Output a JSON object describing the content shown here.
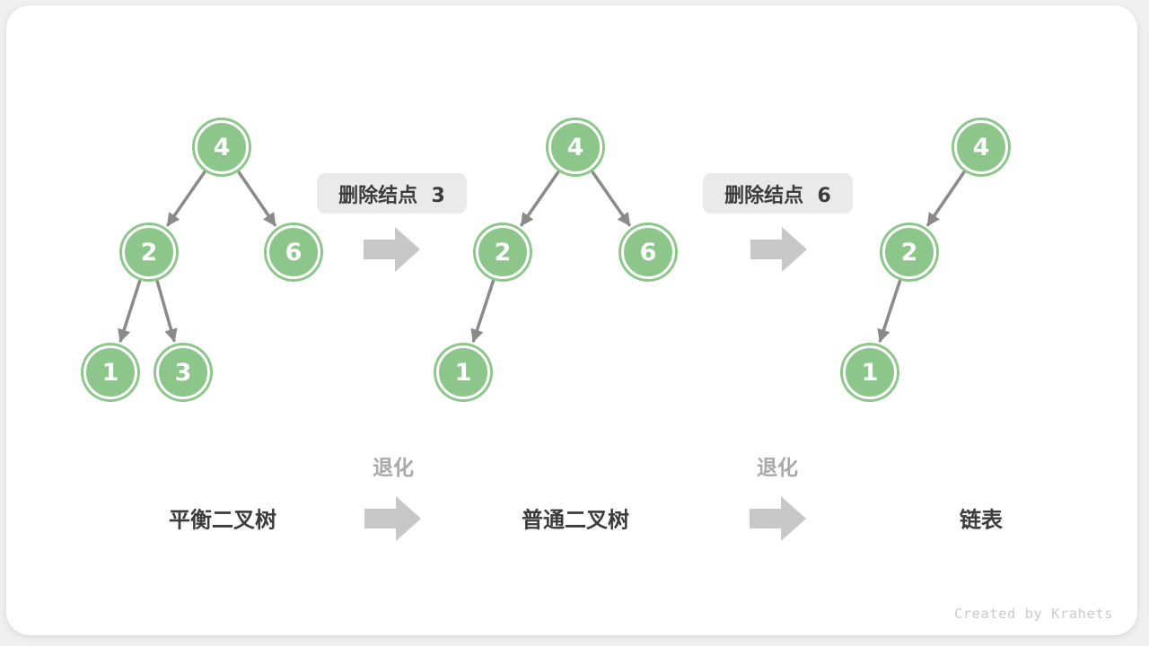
{
  "page": {
    "credit": "Created by Krahets"
  },
  "colors": {
    "node_green": "#8CC68A",
    "node_text": "#FFFFFF",
    "edge_gray": "#8A8A8A",
    "block_arrow_gray": "#C7C7C7",
    "op_label_bg": "#EAEAEA",
    "text_dark": "#3C3C3C",
    "text_gray": "#A9A9A9",
    "credit_gray": "#CBCBCB",
    "card_bg": "#FFFFFF",
    "page_bg": "#F0F0F0"
  },
  "operations": [
    {
      "label": "删除结点  3"
    },
    {
      "label": "删除结点  6"
    }
  ],
  "transition_label": "退化",
  "stages": [
    {
      "title": "平衡二叉树"
    },
    {
      "title": "普通二叉树"
    },
    {
      "title": "链表"
    }
  ],
  "trees": [
    {
      "stage": "平衡二叉树",
      "nodes": [
        {
          "value": "4"
        },
        {
          "value": "2"
        },
        {
          "value": "6"
        },
        {
          "value": "1"
        },
        {
          "value": "3"
        }
      ],
      "edges": [
        [
          "4",
          "2"
        ],
        [
          "4",
          "6"
        ],
        [
          "2",
          "1"
        ],
        [
          "2",
          "3"
        ]
      ]
    },
    {
      "stage": "普通二叉树",
      "nodes": [
        {
          "value": "4"
        },
        {
          "value": "2"
        },
        {
          "value": "6"
        },
        {
          "value": "1"
        }
      ],
      "edges": [
        [
          "4",
          "2"
        ],
        [
          "4",
          "6"
        ],
        [
          "2",
          "1"
        ]
      ]
    },
    {
      "stage": "链表",
      "nodes": [
        {
          "value": "4"
        },
        {
          "value": "2"
        },
        {
          "value": "1"
        }
      ],
      "edges": [
        [
          "4",
          "2"
        ],
        [
          "2",
          "1"
        ]
      ]
    }
  ]
}
